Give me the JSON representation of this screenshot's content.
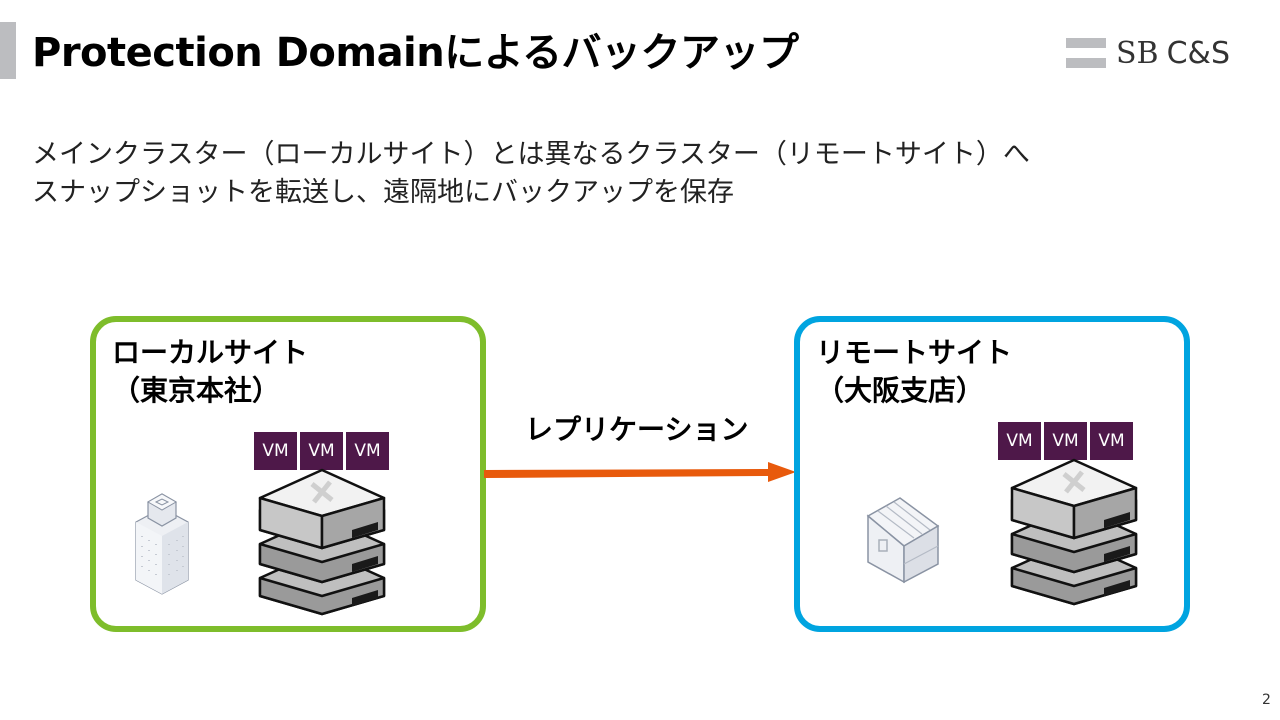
{
  "header": {
    "title": "Protection Domainによるバックアップ",
    "logo": {
      "sb": "SB",
      "cs": "C&S"
    }
  },
  "subtitle": {
    "line1": "メインクラスター（ローカルサイト）とは異なるクラスター（リモートサイト）へ",
    "line2": "スナップショットを転送し、遠隔地にバックアップを保存"
  },
  "local_site": {
    "label_line1": "ローカルサイト",
    "label_line2": "（東京本社）",
    "vms": [
      "VM",
      "VM",
      "VM"
    ],
    "border_color": "#7ebd2b",
    "icon": "office-building-icon"
  },
  "remote_site": {
    "label_line1": "リモートサイト",
    "label_line2": "（大阪支店）",
    "vms": [
      "VM",
      "VM",
      "VM"
    ],
    "border_color": "#00a4e0",
    "icon": "branch-house-icon"
  },
  "replication": {
    "label": "レプリケーション",
    "arrow_color": "#e85a0c"
  },
  "colors": {
    "vm_bg": "#4e1849"
  },
  "footer": {
    "page_number": "2"
  }
}
